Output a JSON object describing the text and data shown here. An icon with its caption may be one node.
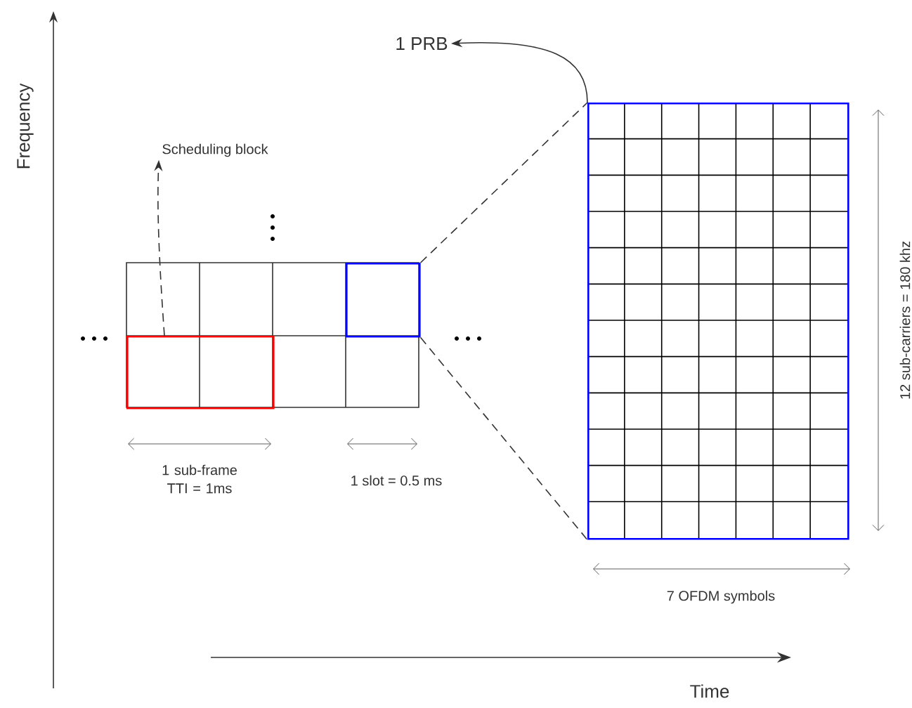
{
  "diagram": {
    "nodes": [
      {
        "text": [
          "1 PRB"
        ]
      },
      {
        "text": [
          "Scheduling block"
        ]
      },
      {
        "text": [],
        "shape": "box"
      },
      {
        "text": [],
        "shape": "box"
      },
      {
        "text": [],
        "shape": "box"
      }
    ],
    "edges": [
      {
        "from": 2,
        "to": 0,
        "arrow": "to"
      },
      {
        "from": 4,
        "to": 1,
        "arrow": "to",
        "style": "dashed"
      },
      {
        "from": 3,
        "to": 2,
        "arrow": "none",
        "style": "dashed"
      },
      {
        "from": 3,
        "to": 2,
        "arrow": "none",
        "style": "dashed"
      }
    ],
    "labels": [
      "Frequency",
      "1 sub-frame TTI = 1ms",
      "1 slot = 0.5 ms",
      "12 sub-carriers = 180 khz",
      "7 OFDM symbols",
      "Time"
    ]
  }
}
